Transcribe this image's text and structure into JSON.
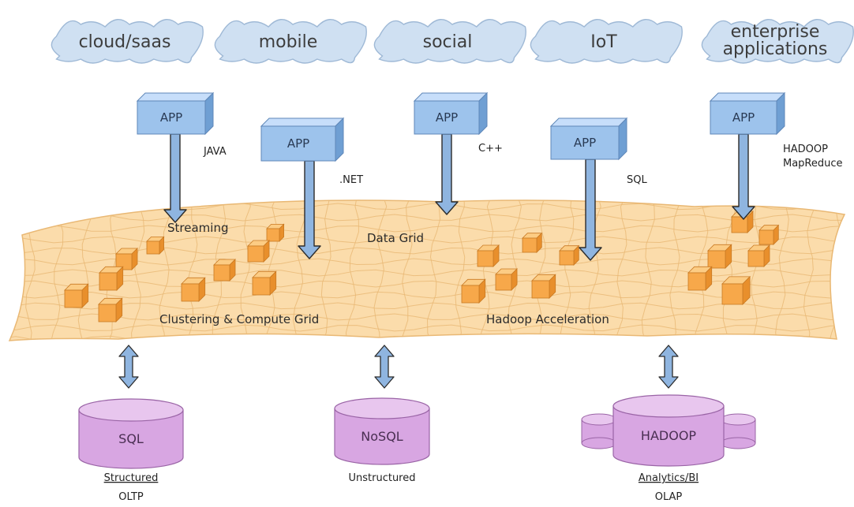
{
  "clouds": [
    "cloud/saas",
    "mobile",
    "social",
    "IoT",
    "enterprise applications"
  ],
  "apps": [
    {
      "label": "APP",
      "lang": "JAVA"
    },
    {
      "label": "APP",
      "lang": ".NET"
    },
    {
      "label": "APP",
      "lang": "C++"
    },
    {
      "label": "APP",
      "lang": "SQL"
    },
    {
      "label": "APP",
      "lang": "HADOOP MapReduce"
    }
  ],
  "grid": {
    "streaming": "Streaming",
    "data_grid": "Data Grid",
    "clustering": "Clustering & Compute Grid",
    "hadoop_accel": "Hadoop Acceleration"
  },
  "stores": [
    {
      "label": "SQL",
      "caption": "Structured",
      "subcaption": "OLTP"
    },
    {
      "label": "NoSQL",
      "caption": "Unstructured",
      "subcaption": ""
    },
    {
      "label": "HADOOP",
      "caption": "Analytics/BI",
      "subcaption": "OLAP"
    }
  ],
  "colors": {
    "cloud": "#cfe0f2",
    "cloud_edge": "#9fb9d6",
    "app_front": "#9dc3ec",
    "app_top": "#c7defa",
    "app_side": "#6f9fd3",
    "arrow": "#8fb5e0",
    "arrow_edge": "#2c2c2c",
    "grid_fill": "#fbdcab",
    "grid_line": "#e9b874",
    "cube_front": "#f7a84a",
    "cube_top": "#fccc84",
    "cube_side": "#e88f2c",
    "db_body": "#d8a6e2",
    "db_top": "#e8c6ee",
    "db_edge": "#9a64a6"
  }
}
